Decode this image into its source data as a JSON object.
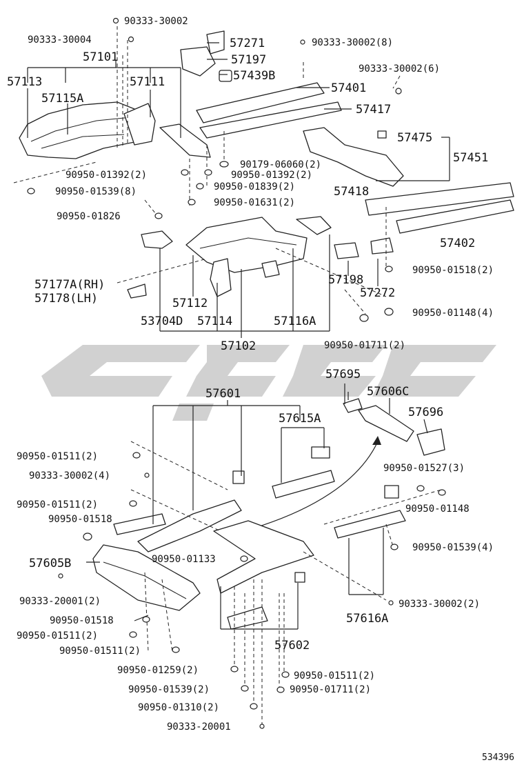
{
  "reference_number": "534396",
  "watermark": "CSGG",
  "labels": {
    "p90333_30002_a": "90333-30002",
    "p90333_30004": "90333-30004",
    "p57271": "57271",
    "p57197": "57197",
    "p90333_30002_8": "90333-30002(8)",
    "p57101": "57101",
    "p57439B": "57439B",
    "p90333_30002_6": "90333-30002(6)",
    "p57113": "57113",
    "p57111": "57111",
    "p57115A": "57115A",
    "p57401": "57401",
    "p57417": "57417",
    "p57475": "57475",
    "p57451": "57451",
    "p90179_06060_2": "90179-06060(2)",
    "p90950_01392_2a": "90950-01392(2)",
    "p90950_01392_2b": "90950-01392(2)",
    "p90950_01839_2": "90950-01839(2)",
    "p90950_01539_8": "90950-01539(8)",
    "p57418": "57418",
    "p90950_01631_2": "90950-01631(2)",
    "p90950_01826": "90950-01826",
    "p57402": "57402",
    "p90950_01518_2": "90950-01518(2)",
    "p57177A": "57177A(RH)",
    "p57178": "57178(LH)",
    "p57198": "57198",
    "p57272": "57272",
    "p57112": "57112",
    "p90950_01148_4": "90950-01148(4)",
    "p53704D": "53704D",
    "p57114": "57114",
    "p57116A": "57116A",
    "p57102": "57102",
    "p90950_01711_2a": "90950-01711(2)",
    "p57695": "57695",
    "p57601": "57601",
    "p57606C": "57606C",
    "p57615A": "57615A",
    "p57696": "57696",
    "p90950_01511_2a": "90950-01511(2)",
    "p90950_01527_3": "90950-01527(3)",
    "p90333_30002_4": "90333-30002(4)",
    "p90950_01148": "90950-01148",
    "p90950_01511_2b": "90950-01511(2)",
    "p90950_01518": "90950-01518",
    "p90950_01539_4": "90950-01539(4)",
    "p90950_01133": "90950-01133",
    "p57605B": "57605B",
    "p90333_20001_2": "90333-20001(2)",
    "p90333_30002_2": "90333-30002(2)",
    "p57616A": "57616A",
    "p90950_01518b": "90950-01518",
    "p90950_01511_2c": "90950-01511(2)",
    "p57602": "57602",
    "p90950_01511_2d": "90950-01511(2)",
    "p90950_01259_2": "90950-01259(2)",
    "p90950_01511_2e": "90950-01511(2)",
    "p90950_01539_2": "90950-01539(2)",
    "p90950_01711_2b": "90950-01711(2)",
    "p90950_01310_2": "90950-01310(2)",
    "p90333_20001": "90333-20001"
  }
}
